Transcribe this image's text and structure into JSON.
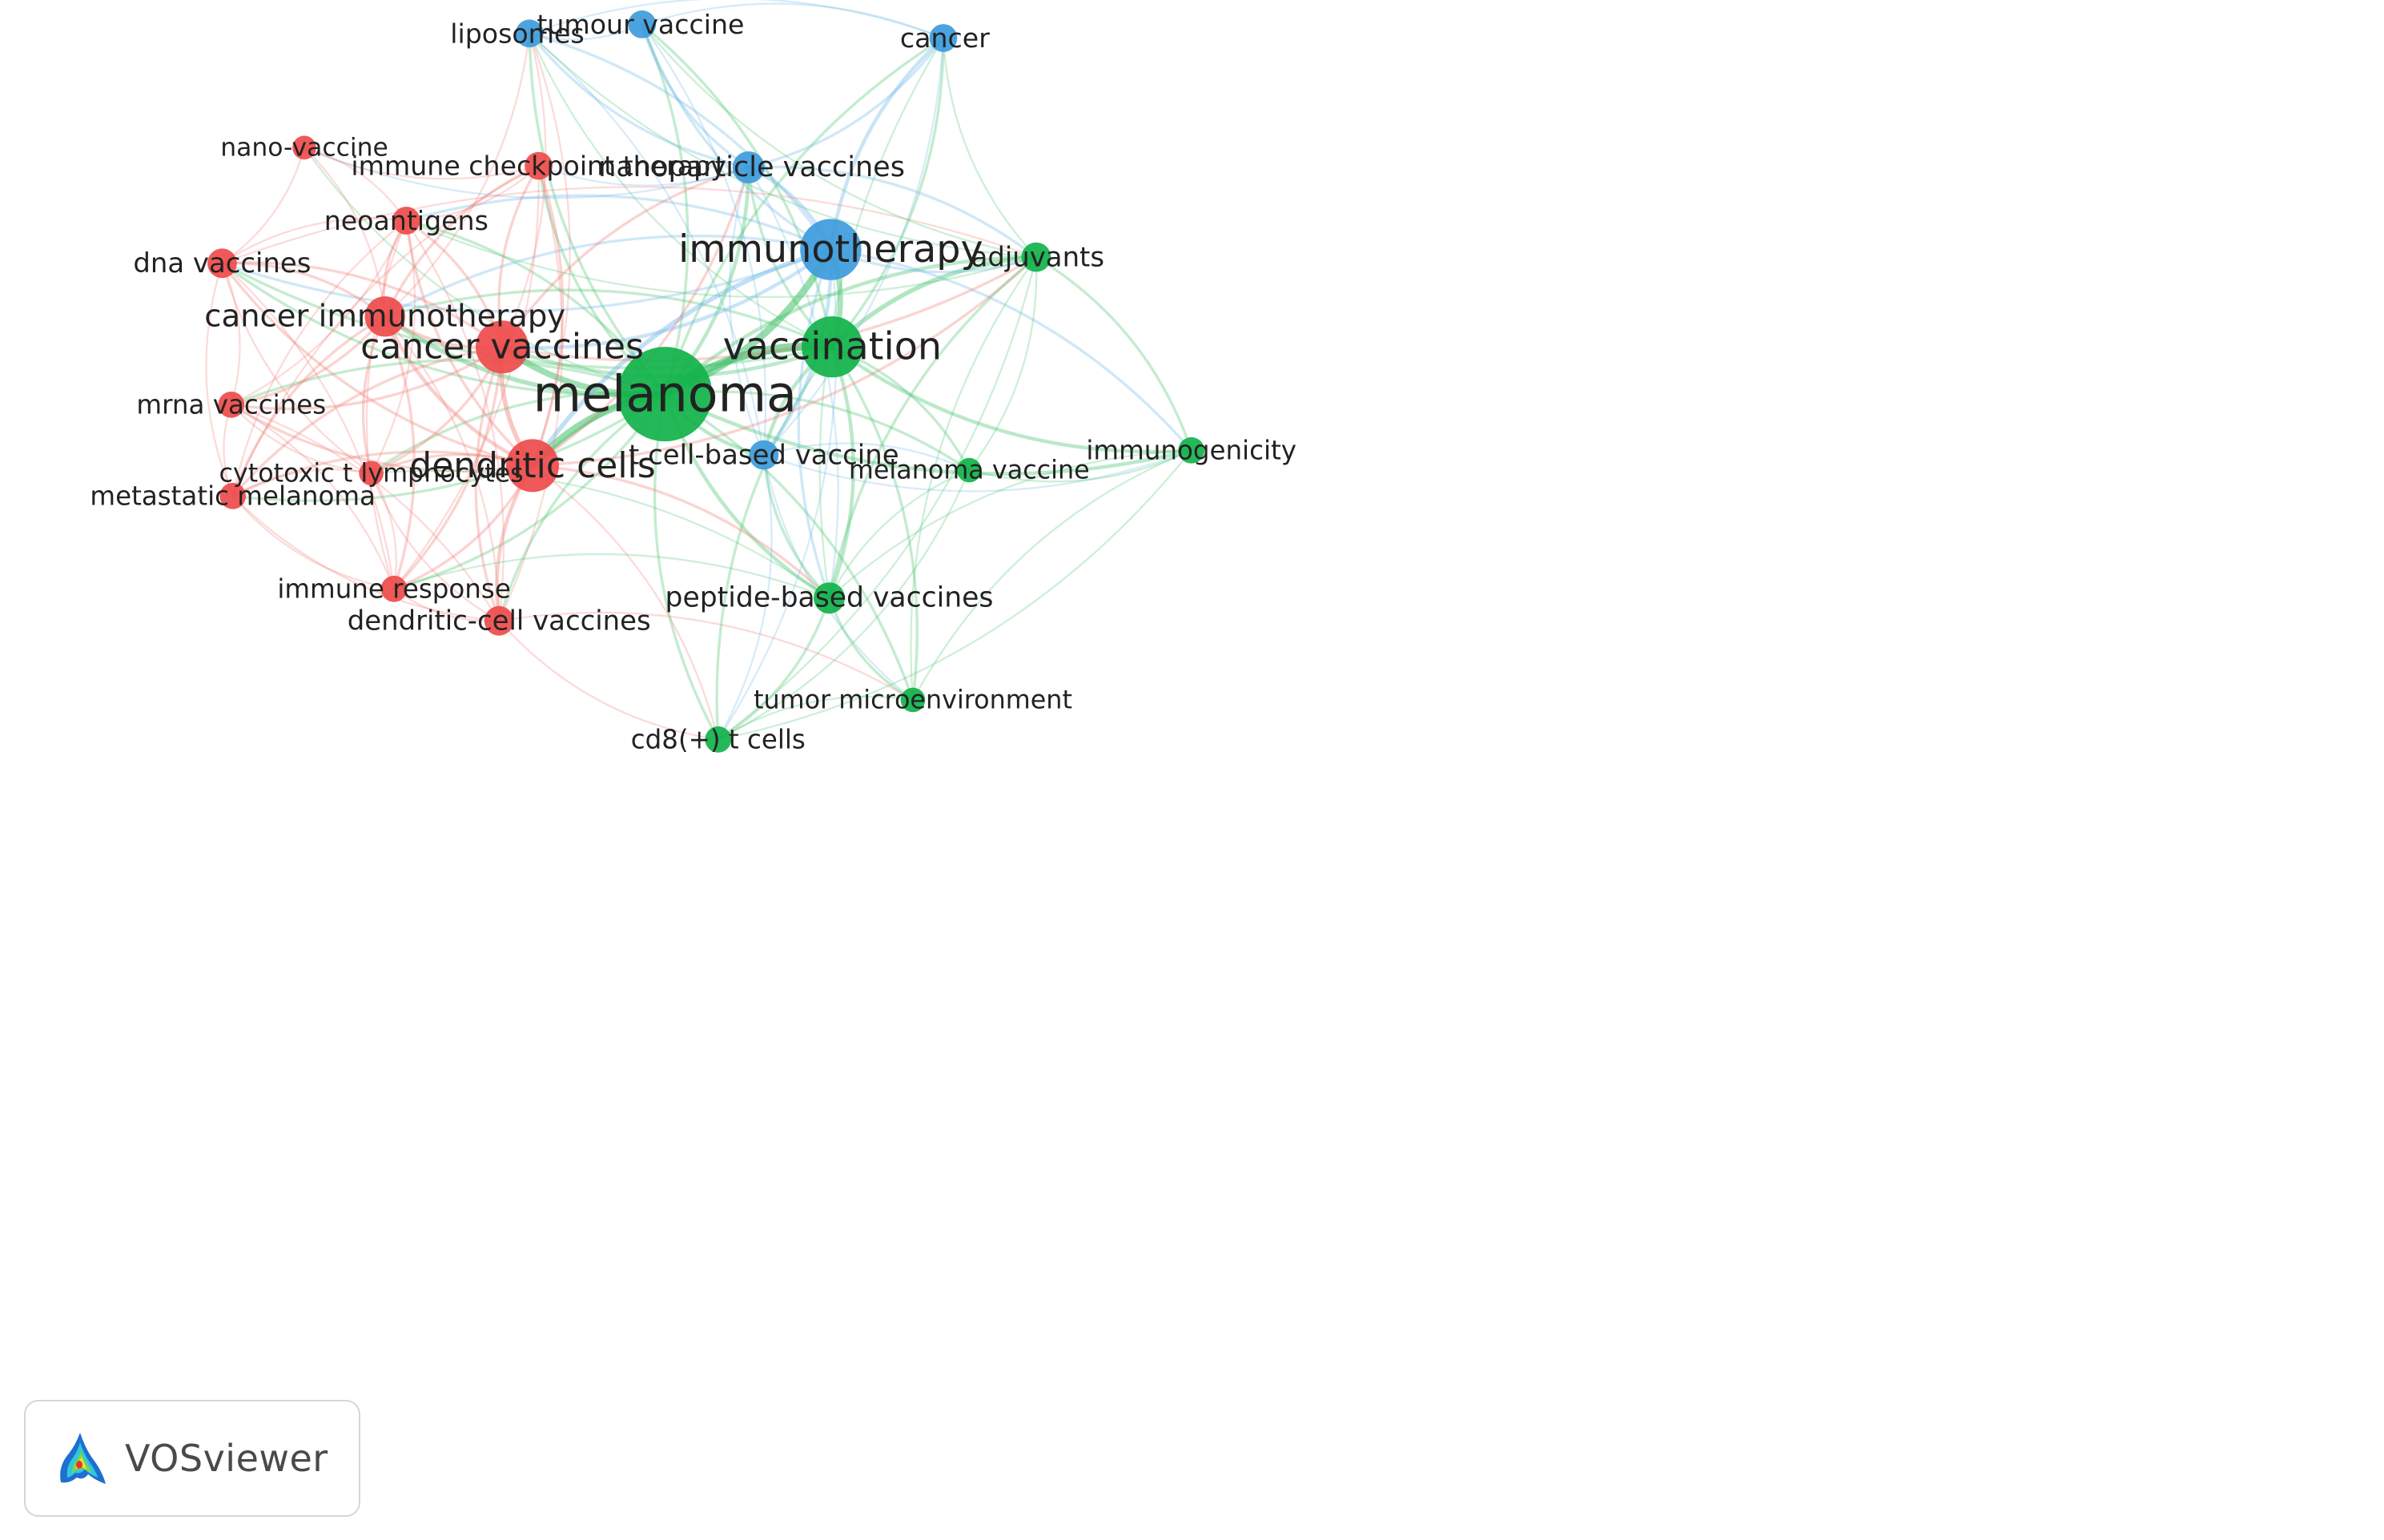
{
  "diagram": {
    "clusters": [
      {
        "id": "red",
        "color": "#ef4b4b",
        "edge_color": "#f07a72"
      },
      {
        "id": "green",
        "color": "#11b24a",
        "edge_color": "#46c46d"
      },
      {
        "id": "blue",
        "color": "#3d9bdc",
        "edge_color": "#6db6e6"
      }
    ],
    "nodes": [
      {
        "id": "melanoma",
        "label": "melanoma",
        "cluster": "green",
        "weight": 10
      },
      {
        "id": "vaccination",
        "label": "vaccination",
        "cluster": "green",
        "weight": 6
      },
      {
        "id": "immunotherapy",
        "label": "immunotherapy",
        "cluster": "blue",
        "weight": 6
      },
      {
        "id": "cancer_vaccines",
        "label": "cancer vaccines",
        "cluster": "red",
        "weight": 5
      },
      {
        "id": "dendritic_cells",
        "label": "dendritic cells",
        "cluster": "red",
        "weight": 5
      },
      {
        "id": "cancer_immunotherapy",
        "label": "cancer immunotherapy",
        "cluster": "red",
        "weight": 3.5
      },
      {
        "id": "liposomes",
        "label": "liposomes",
        "cluster": "blue",
        "weight": 2
      },
      {
        "id": "tumour_vaccine",
        "label": "tumour vaccine",
        "cluster": "blue",
        "weight": 2
      },
      {
        "id": "cancer",
        "label": "cancer",
        "cluster": "blue",
        "weight": 2
      },
      {
        "id": "nanoparticle_vaccines",
        "label": "nanoparticle vaccines",
        "cluster": "blue",
        "weight": 2.5
      },
      {
        "id": "t_cell_based_vaccine",
        "label": "t cell-based vaccine",
        "cluster": "blue",
        "weight": 2.2
      },
      {
        "id": "nano_vaccine",
        "label": "nano-vaccine",
        "cluster": "red",
        "weight": 1.5
      },
      {
        "id": "immune_checkpoint_therapy",
        "label": "immune checkpoint therapy",
        "cluster": "red",
        "weight": 2
      },
      {
        "id": "neoantigens",
        "label": "neoantigens",
        "cluster": "red",
        "weight": 2
      },
      {
        "id": "dna_vaccines",
        "label": "dna vaccines",
        "cluster": "red",
        "weight": 2.2
      },
      {
        "id": "mrna_vaccines",
        "label": "mrna vaccines",
        "cluster": "red",
        "weight": 1.8
      },
      {
        "id": "metastatic_melanoma",
        "label": "metastatic melanoma",
        "cluster": "red",
        "weight": 1.8
      },
      {
        "id": "cytotoxic_t_lymphocytes",
        "label": "cytotoxic t lymphocytes",
        "cluster": "red",
        "weight": 1.6
      },
      {
        "id": "immune_response",
        "label": "immune response",
        "cluster": "red",
        "weight": 1.8
      },
      {
        "id": "dendritic_cell_vaccines",
        "label": "dendritic-cell vaccines",
        "cluster": "red",
        "weight": 2.2
      },
      {
        "id": "adjuvants",
        "label": "adjuvants",
        "cluster": "green",
        "weight": 2.2
      },
      {
        "id": "immunogenicity",
        "label": "immunogenicity",
        "cluster": "green",
        "weight": 1.8
      },
      {
        "id": "melanoma_vaccine",
        "label": "melanoma vaccine",
        "cluster": "green",
        "weight": 1.6
      },
      {
        "id": "peptide_based_vaccines",
        "label": "peptide-based vaccines",
        "cluster": "green",
        "weight": 2.4
      },
      {
        "id": "tumor_microenvironment",
        "label": "tumor microenvironment",
        "cluster": "green",
        "weight": 1.6
      },
      {
        "id": "cd8_t_cells",
        "label": "cd8(+) t cells",
        "cluster": "green",
        "weight": 1.8
      }
    ],
    "edges": [
      [
        "melanoma",
        "vaccination",
        8
      ],
      [
        "melanoma",
        "immunotherapy",
        7
      ],
      [
        "melanoma",
        "cancer_vaccines",
        6
      ],
      [
        "melanoma",
        "dendritic_cells",
        7
      ],
      [
        "melanoma",
        "cancer_immunotherapy",
        4
      ],
      [
        "melanoma",
        "nanoparticle_vaccines",
        3
      ],
      [
        "melanoma",
        "liposomes",
        2
      ],
      [
        "melanoma",
        "tumour_vaccine",
        2
      ],
      [
        "melanoma",
        "cancer",
        2
      ],
      [
        "melanoma",
        "t_cell_based_vaccine",
        3
      ],
      [
        "melanoma",
        "adjuvants",
        3
      ],
      [
        "melanoma",
        "immunogenicity",
        3
      ],
      [
        "melanoma",
        "melanoma_vaccine",
        2
      ],
      [
        "melanoma",
        "peptide_based_vaccines",
        3
      ],
      [
        "melanoma",
        "tumor_microenvironment",
        2
      ],
      [
        "melanoma",
        "cd8_t_cells",
        2
      ],
      [
        "melanoma",
        "immune_checkpoint_therapy",
        2
      ],
      [
        "melanoma",
        "neoantigens",
        2
      ],
      [
        "melanoma",
        "dna_vaccines",
        2
      ],
      [
        "melanoma",
        "mrna_vaccines",
        2
      ],
      [
        "melanoma",
        "metastatic_melanoma",
        2
      ],
      [
        "melanoma",
        "cytotoxic_t_lymphocytes",
        2
      ],
      [
        "melanoma",
        "immune_response",
        2
      ],
      [
        "melanoma",
        "dendritic_cell_vaccines",
        2
      ],
      [
        "melanoma",
        "nano_vaccine",
        1
      ],
      [
        "vaccination",
        "immunotherapy",
        5
      ],
      [
        "vaccination",
        "adjuvants",
        4
      ],
      [
        "vaccination",
        "immunogenicity",
        3
      ],
      [
        "vaccination",
        "peptide_based_vaccines",
        3
      ],
      [
        "vaccination",
        "t_cell_based_vaccine",
        3
      ],
      [
        "vaccination",
        "cancer_vaccines",
        3
      ],
      [
        "vaccination",
        "dendritic_cells",
        3
      ],
      [
        "vaccination",
        "nanoparticle_vaccines",
        2
      ],
      [
        "vaccination",
        "cancer",
        2
      ],
      [
        "vaccination",
        "melanoma_vaccine",
        2
      ],
      [
        "vaccination",
        "cd8_t_cells",
        2
      ],
      [
        "vaccination",
        "tumor_microenvironment",
        2
      ],
      [
        "vaccination",
        "cancer_immunotherapy",
        2
      ],
      [
        "vaccination",
        "liposomes",
        1
      ],
      [
        "vaccination",
        "tumour_vaccine",
        2
      ],
      [
        "vaccination",
        "dna_vaccines",
        2
      ],
      [
        "immunotherapy",
        "nanoparticle_vaccines",
        3
      ],
      [
        "immunotherapy",
        "cancer",
        3
      ],
      [
        "immunotherapy",
        "liposomes",
        2
      ],
      [
        "immunotherapy",
        "tumour_vaccine",
        2
      ],
      [
        "immunotherapy",
        "adjuvants",
        2
      ],
      [
        "immunotherapy",
        "t_cell_based_vaccine",
        3
      ],
      [
        "immunotherapy",
        "dendritic_cells",
        4
      ],
      [
        "immunotherapy",
        "cancer_vaccines",
        3
      ],
      [
        "immunotherapy",
        "cancer_immunotherapy",
        2
      ],
      [
        "immunotherapy",
        "dna_vaccines",
        2
      ],
      [
        "immunotherapy",
        "neoantigens",
        2
      ],
      [
        "immunotherapy",
        "immunogenicity",
        2
      ],
      [
        "immunotherapy",
        "peptide_based_vaccines",
        2
      ],
      [
        "immunotherapy",
        "cd8_t_cells",
        1
      ],
      [
        "cancer_vaccines",
        "dendritic_cells",
        4
      ],
      [
        "cancer_vaccines",
        "cancer_immunotherapy",
        3
      ],
      [
        "cancer_vaccines",
        "neoantigens",
        2
      ],
      [
        "cancer_vaccines",
        "immune_checkpoint_therapy",
        2
      ],
      [
        "cancer_vaccines",
        "dna_vaccines",
        2
      ],
      [
        "cancer_vaccines",
        "mrna_vaccines",
        2
      ],
      [
        "cancer_vaccines",
        "metastatic_melanoma",
        2
      ],
      [
        "cancer_vaccines",
        "immune_response",
        2
      ],
      [
        "cancer_vaccines",
        "dendritic_cell_vaccines",
        2
      ],
      [
        "cancer_vaccines",
        "cytotoxic_t_lymphocytes",
        2
      ],
      [
        "cancer_vaccines",
        "liposomes",
        1
      ],
      [
        "cancer_vaccines",
        "nanoparticle_vaccines",
        2
      ],
      [
        "cancer_vaccines",
        "adjuvants",
        2
      ],
      [
        "dendritic_cells",
        "cancer_immunotherapy",
        3
      ],
      [
        "dendritic_cells",
        "dendritic_cell_vaccines",
        3
      ],
      [
        "dendritic_cells",
        "immune_response",
        2
      ],
      [
        "dendritic_cells",
        "metastatic_melanoma",
        2
      ],
      [
        "dendritic_cells",
        "mrna_vaccines",
        2
      ],
      [
        "dendritic_cells",
        "cytotoxic_t_lymphocytes",
        2
      ],
      [
        "dendritic_cells",
        "neoantigens",
        2
      ],
      [
        "dendritic_cells",
        "immune_checkpoint_therapy",
        2
      ],
      [
        "dendritic_cells",
        "dna_vaccines",
        2
      ],
      [
        "dendritic_cells",
        "nanoparticle_vaccines",
        2
      ],
      [
        "dendritic_cells",
        "peptide_based_vaccines",
        2
      ],
      [
        "dendritic_cells",
        "adjuvants",
        2
      ],
      [
        "dendritic_cells",
        "cd8_t_cells",
        1
      ],
      [
        "dendritic_cells",
        "liposomes",
        1
      ],
      [
        "cancer_immunotherapy",
        "neoantigens",
        2
      ],
      [
        "cancer_immunotherapy",
        "dna_vaccines",
        2
      ],
      [
        "cancer_immunotherapy",
        "mrna_vaccines",
        2
      ],
      [
        "cancer_immunotherapy",
        "metastatic_melanoma",
        2
      ],
      [
        "cancer_immunotherapy",
        "immune_response",
        2
      ],
      [
        "cancer_immunotherapy",
        "cytotoxic_t_lymphocytes",
        2
      ],
      [
        "cancer_immunotherapy",
        "immune_checkpoint_therapy",
        2
      ],
      [
        "cancer_immunotherapy",
        "nano_vaccine",
        1
      ],
      [
        "cancer_immunotherapy",
        "dendritic_cell_vaccines",
        1
      ],
      [
        "cancer_immunotherapy",
        "liposomes",
        1
      ],
      [
        "nano_vaccine",
        "neoantigens",
        1
      ],
      [
        "nano_vaccine",
        "immune_checkpoint_therapy",
        1
      ],
      [
        "nano_vaccine",
        "dna_vaccines",
        1
      ],
      [
        "nano_vaccine",
        "nanoparticle_vaccines",
        1
      ],
      [
        "immune_checkpoint_therapy",
        "neoantigens",
        1
      ],
      [
        "immune_checkpoint_therapy",
        "nanoparticle_vaccines",
        1
      ],
      [
        "immune_checkpoint_therapy",
        "immune_response",
        1
      ],
      [
        "immune_checkpoint_therapy",
        "metastatic_melanoma",
        1
      ],
      [
        "immune_checkpoint_therapy",
        "dendritic_cell_vaccines",
        1
      ],
      [
        "neoantigens",
        "dna_vaccines",
        1
      ],
      [
        "neoantigens",
        "mrna_vaccines",
        1
      ],
      [
        "neoantigens",
        "immune_response",
        1
      ],
      [
        "neoantigens",
        "cytotoxic_t_lymphocytes",
        1
      ],
      [
        "neoantigens",
        "metastatic_melanoma",
        1
      ],
      [
        "neoantigens",
        "dendritic_cell_vaccines",
        1
      ],
      [
        "neoantigens",
        "adjuvants",
        1
      ],
      [
        "dna_vaccines",
        "mrna_vaccines",
        1
      ],
      [
        "dna_vaccines",
        "metastatic_melanoma",
        1
      ],
      [
        "dna_vaccines",
        "immune_response",
        1
      ],
      [
        "dna_vaccines",
        "cytotoxic_t_lymphocytes",
        1
      ],
      [
        "dna_vaccines",
        "adjuvants",
        1
      ],
      [
        "mrna_vaccines",
        "metastatic_melanoma",
        1
      ],
      [
        "mrna_vaccines",
        "immune_response",
        1
      ],
      [
        "mrna_vaccines",
        "cytotoxic_t_lymphocytes",
        1
      ],
      [
        "mrna_vaccines",
        "dendritic_cell_vaccines",
        1
      ],
      [
        "metastatic_melanoma",
        "immune_response",
        1
      ],
      [
        "metastatic_melanoma",
        "cytotoxic_t_lymphocytes",
        1
      ],
      [
        "metastatic_melanoma",
        "dendritic_cell_vaccines",
        1
      ],
      [
        "cytotoxic_t_lymphocytes",
        "immune_response",
        1
      ],
      [
        "cytotoxic_t_lymphocytes",
        "dendritic_cell_vaccines",
        1
      ],
      [
        "cytotoxic_t_lymphocytes",
        "peptide_based_vaccines",
        1
      ],
      [
        "immune_response",
        "dendritic_cell_vaccines",
        1
      ],
      [
        "immune_response",
        "peptide_based_vaccines",
        1
      ],
      [
        "dendritic_cell_vaccines",
        "cd8_t_cells",
        1
      ],
      [
        "dendritic_cell_vaccines",
        "tumor_microenvironment",
        1
      ],
      [
        "liposomes",
        "tumour_vaccine",
        1
      ],
      [
        "liposomes",
        "cancer",
        1
      ],
      [
        "liposomes",
        "nanoparticle_vaccines",
        2
      ],
      [
        "liposomes",
        "t_cell_based_vaccine",
        1
      ],
      [
        "liposomes",
        "adjuvants",
        1
      ],
      [
        "tumour_vaccine",
        "cancer",
        1
      ],
      [
        "tumour_vaccine",
        "nanoparticle_vaccines",
        2
      ],
      [
        "tumour_vaccine",
        "t_cell_based_vaccine",
        1
      ],
      [
        "tumour_vaccine",
        "adjuvants",
        1
      ],
      [
        "cancer",
        "nanoparticle_vaccines",
        2
      ],
      [
        "cancer",
        "adjuvants",
        1
      ],
      [
        "cancer",
        "t_cell_based_vaccine",
        1
      ],
      [
        "cancer",
        "peptide_based_vaccines",
        1
      ],
      [
        "nanoparticle_vaccines",
        "adjuvants",
        2
      ],
      [
        "nanoparticle_vaccines",
        "t_cell_based_vaccine",
        1
      ],
      [
        "nanoparticle_vaccines",
        "peptide_based_vaccines",
        1
      ],
      [
        "t_cell_based_vaccine",
        "peptide_based_vaccines",
        2
      ],
      [
        "t_cell_based_vaccine",
        "cd8_t_cells",
        1
      ],
      [
        "t_cell_based_vaccine",
        "tumor_microenvironment",
        1
      ],
      [
        "t_cell_based_vaccine",
        "melanoma_vaccine",
        1
      ],
      [
        "t_cell_based_vaccine",
        "immunogenicity",
        1
      ],
      [
        "adjuvants",
        "immunogenicity",
        2
      ],
      [
        "adjuvants",
        "peptide_based_vaccines",
        2
      ],
      [
        "adjuvants",
        "melanoma_vaccine",
        1
      ],
      [
        "adjuvants",
        "tumor_microenvironment",
        1
      ],
      [
        "adjuvants",
        "cd8_t_cells",
        1
      ],
      [
        "immunogenicity",
        "peptide_based_vaccines",
        1
      ],
      [
        "immunogenicity",
        "melanoma_vaccine",
        1
      ],
      [
        "immunogenicity",
        "tumor_microenvironment",
        1
      ],
      [
        "immunogenicity",
        "cd8_t_cells",
        1
      ],
      [
        "melanoma_vaccine",
        "peptide_based_vaccines",
        1
      ],
      [
        "melanoma_vaccine",
        "cd8_t_cells",
        1
      ],
      [
        "peptide_based_vaccines",
        "tumor_microenvironment",
        2
      ],
      [
        "peptide_based_vaccines",
        "cd8_t_cells",
        2
      ],
      [
        "tumor_microenvironment",
        "cd8_t_cells",
        1
      ]
    ]
  },
  "logo": {
    "text": "VOSviewer",
    "icon": "vosviewer-logo-icon"
  }
}
